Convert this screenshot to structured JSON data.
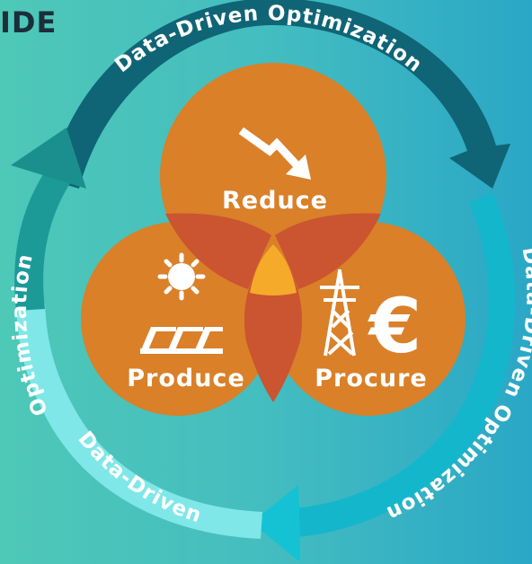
{
  "header": {
    "partial_title": "IDE"
  },
  "cycle": {
    "top_label": "Data-Driven Optimization",
    "right_label": "Data-Driven Optimization",
    "bottom_label": "Data-Driven",
    "left_label": "Optimization"
  },
  "circles": {
    "reduce": {
      "label": "Reduce",
      "icon": "trend-down-arrow-icon"
    },
    "produce": {
      "label": "Produce",
      "icon": "sun-solar-panel-icon"
    },
    "procure": {
      "label": "Procure",
      "icon": "power-pylon-euro-icon"
    }
  },
  "colors": {
    "background_left": "#4cc6b8",
    "background_right": "#2aa8c4",
    "circle_orange": "#d97f2a",
    "overlap": "#cc5530",
    "center": "#f4a82a",
    "arc_top": "#0f6474",
    "arc_right": "#18b9cf",
    "arc_bottom": "#72e8ea",
    "arc_left": "#1a9694"
  }
}
